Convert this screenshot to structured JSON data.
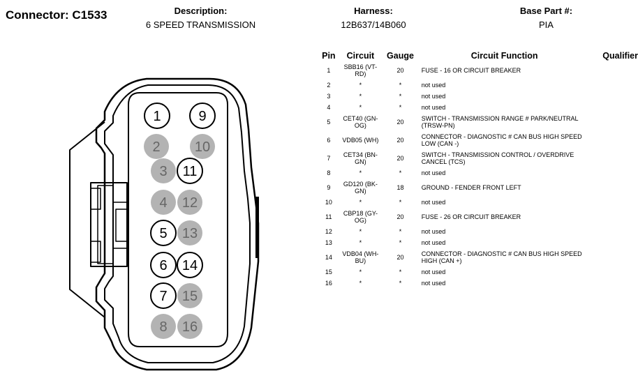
{
  "header": {
    "connector_label": "Connector:",
    "connector_id": "C1533",
    "description_label": "Description:",
    "description_value": "6 SPEED TRANSMISSION",
    "harness_label": "Harness:",
    "harness_value": "12B637/14B060",
    "base_part_label": "Base Part #:",
    "base_part_value": "PIA"
  },
  "table": {
    "columns": [
      "Pin",
      "Circuit",
      "Gauge",
      "Circuit Function",
      "Qualifier"
    ],
    "rows": [
      {
        "pin": "1",
        "circuit": "SBB16 (VT-RD)",
        "gauge": "20",
        "function": "FUSE - 16 OR CIRCUIT BREAKER",
        "qualifier": ""
      },
      {
        "pin": "2",
        "circuit": "*",
        "gauge": "*",
        "function": "not used",
        "qualifier": ""
      },
      {
        "pin": "3",
        "circuit": "*",
        "gauge": "*",
        "function": "not used",
        "qualifier": ""
      },
      {
        "pin": "4",
        "circuit": "*",
        "gauge": "*",
        "function": "not used",
        "qualifier": ""
      },
      {
        "pin": "5",
        "circuit": "CET40 (GN-OG)",
        "gauge": "20",
        "function": "SWITCH - TRANSMISSION RANGE # PARK/NEUTRAL (TRSW-PN)",
        "qualifier": ""
      },
      {
        "pin": "6",
        "circuit": "VDB05 (WH)",
        "gauge": "20",
        "function": "CONNECTOR - DIAGNOSTIC # CAN BUS HIGH SPEED LOW (CAN -)",
        "qualifier": ""
      },
      {
        "pin": "7",
        "circuit": "CET34 (BN-GN)",
        "gauge": "20",
        "function": "SWITCH - TRANSMISSION CONTROL / OVERDRIVE CANCEL (TCS)",
        "qualifier": ""
      },
      {
        "pin": "8",
        "circuit": "*",
        "gauge": "*",
        "function": "not used",
        "qualifier": ""
      },
      {
        "pin": "9",
        "circuit": "GD120 (BK-GN)",
        "gauge": "18",
        "function": "GROUND - FENDER FRONT LEFT",
        "qualifier": ""
      },
      {
        "pin": "10",
        "circuit": "*",
        "gauge": "*",
        "function": "not used",
        "qualifier": ""
      },
      {
        "pin": "11",
        "circuit": "CBP18 (GY-OG)",
        "gauge": "20",
        "function": "FUSE - 26 OR CIRCUIT BREAKER",
        "qualifier": ""
      },
      {
        "pin": "12",
        "circuit": "*",
        "gauge": "*",
        "function": "not used",
        "qualifier": ""
      },
      {
        "pin": "13",
        "circuit": "*",
        "gauge": "*",
        "function": "not used",
        "qualifier": ""
      },
      {
        "pin": "14",
        "circuit": "VDB04 (WH-BU)",
        "gauge": "20",
        "function": "CONNECTOR - DIAGNOSTIC # CAN BUS HIGH SPEED HIGH (CAN +)",
        "qualifier": ""
      },
      {
        "pin": "15",
        "circuit": "*",
        "gauge": "*",
        "function": "not used",
        "qualifier": ""
      },
      {
        "pin": "16",
        "circuit": "*",
        "gauge": "*",
        "function": "not used",
        "qualifier": ""
      }
    ]
  },
  "connector": {
    "pins": [
      {
        "label": "1",
        "used": true
      },
      {
        "label": "9",
        "used": true
      },
      {
        "label": "2",
        "used": false
      },
      {
        "label": "10",
        "used": false
      },
      {
        "label": "3",
        "used": false
      },
      {
        "label": "11",
        "used": true
      },
      {
        "label": "4",
        "used": false
      },
      {
        "label": "12",
        "used": false
      },
      {
        "label": "5",
        "used": true
      },
      {
        "label": "13",
        "used": false
      },
      {
        "label": "6",
        "used": true
      },
      {
        "label": "14",
        "used": true
      },
      {
        "label": "7",
        "used": true
      },
      {
        "label": "15",
        "used": false
      },
      {
        "label": "8",
        "used": false
      },
      {
        "label": "16",
        "used": false
      }
    ],
    "colors": {
      "used_fill": "#ffffff",
      "used_text": "#000000",
      "unused_fill": "#b3b3b3",
      "unused_text": "#666666",
      "outline": "#000000"
    }
  }
}
